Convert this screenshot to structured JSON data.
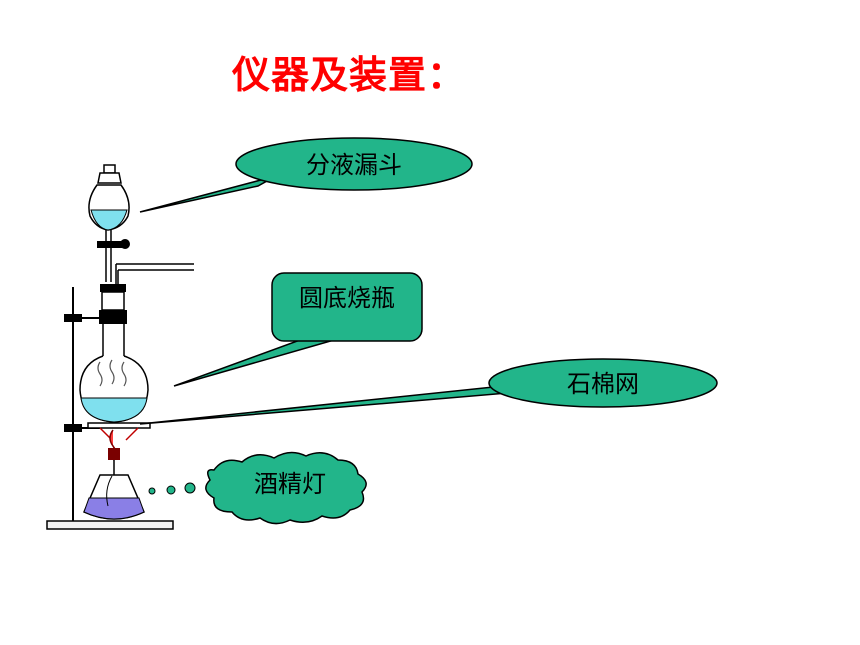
{
  "slide": {
    "title": "仪器及装置："
  },
  "labels": {
    "funnel": "分液漏斗",
    "flask": "圆底烧瓶",
    "gauze": "石棉网",
    "lamp": "酒精灯"
  },
  "colors": {
    "title": "#ff0000",
    "callout_fill": "#22b58a",
    "liquid": "#7fe0ee",
    "lamp_liquid": "#8a7fe6"
  }
}
